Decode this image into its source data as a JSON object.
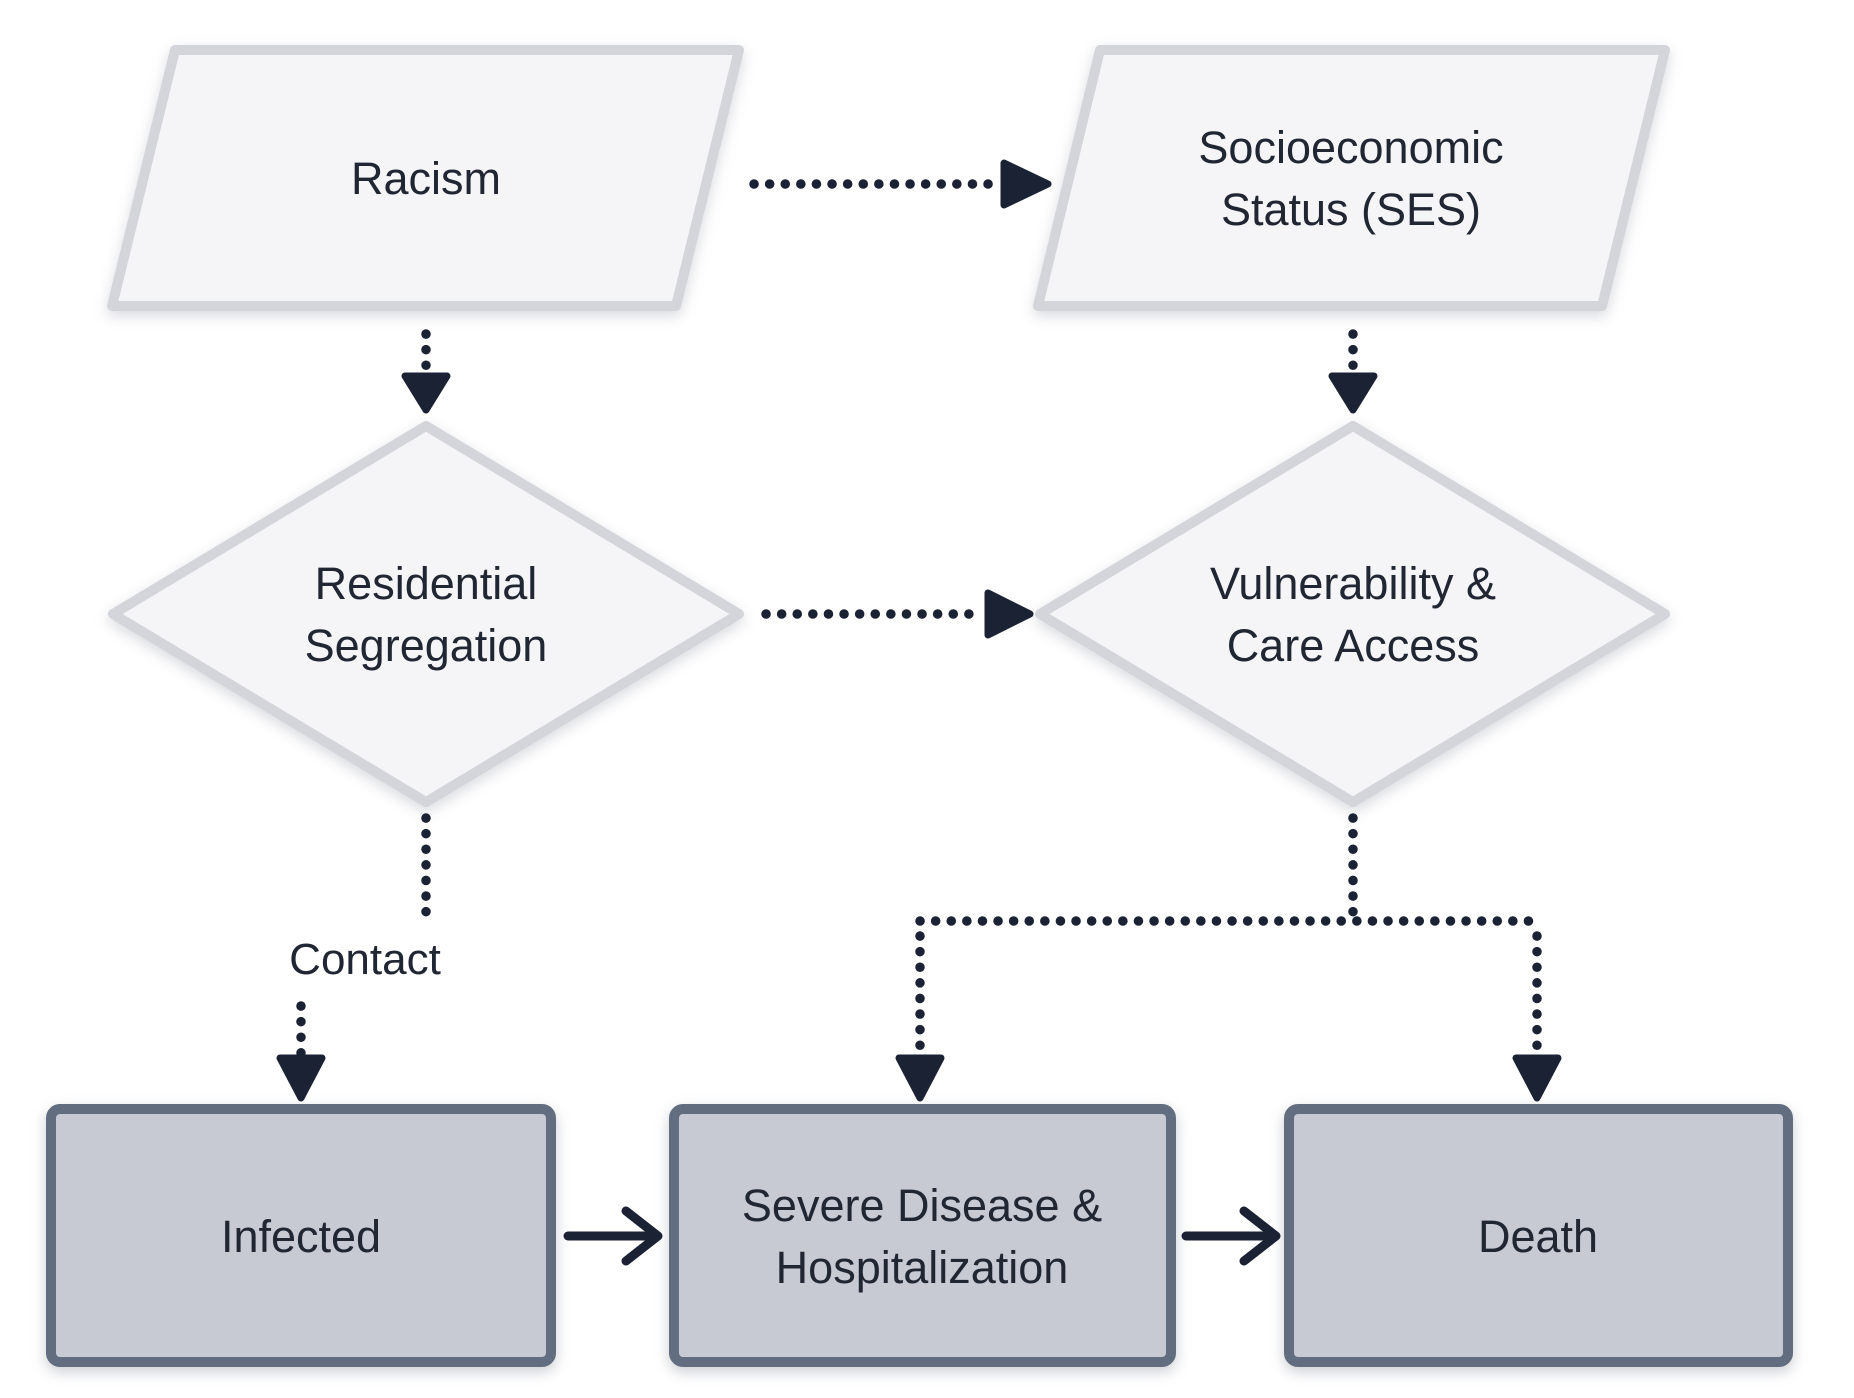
{
  "figure": {
    "type": "flow-diagram",
    "palette": {
      "background": "#ffffff",
      "process_fill": "#f5f5f7",
      "process_border": "#d4d5db",
      "outcome_fill": "#c8cad3",
      "outcome_border": "#636d80",
      "connector": "#1b2234",
      "text": "#212633"
    },
    "nodes": {
      "racism": {
        "shape": "parallelogram",
        "label": "Racism"
      },
      "ses": {
        "shape": "parallelogram",
        "lines": [
          "Socioeconomic",
          "Status (SES)"
        ]
      },
      "residential_segregation": {
        "shape": "diamond",
        "lines": [
          "Residential",
          "Segregation"
        ]
      },
      "vulnerability_care_access": {
        "shape": "diamond",
        "lines": [
          "Vulnerability &",
          "Care Access"
        ]
      },
      "infected": {
        "shape": "rectangle",
        "label": "Infected"
      },
      "severe_disease_hospitalization": {
        "shape": "rectangle",
        "lines": [
          "Severe Disease &",
          "Hospitalization"
        ]
      },
      "death": {
        "shape": "rectangle",
        "label": "Death"
      }
    },
    "edges": [
      {
        "from": "racism",
        "to": "ses",
        "style": "dotted"
      },
      {
        "from": "racism",
        "to": "residential_segregation",
        "style": "dotted"
      },
      {
        "from": "ses",
        "to": "vulnerability_care_access",
        "style": "dotted"
      },
      {
        "from": "residential_segregation",
        "to": "vulnerability_care_access",
        "style": "dotted"
      },
      {
        "from": "residential_segregation",
        "to": "infected",
        "style": "dotted",
        "label": "Contact"
      },
      {
        "from": "vulnerability_care_access",
        "to": "severe_disease_hospitalization",
        "style": "dotted"
      },
      {
        "from": "vulnerability_care_access",
        "to": "death",
        "style": "dotted"
      },
      {
        "from": "infected",
        "to": "severe_disease_hospitalization",
        "style": "solid"
      },
      {
        "from": "severe_disease_hospitalization",
        "to": "death",
        "style": "solid"
      }
    ]
  }
}
